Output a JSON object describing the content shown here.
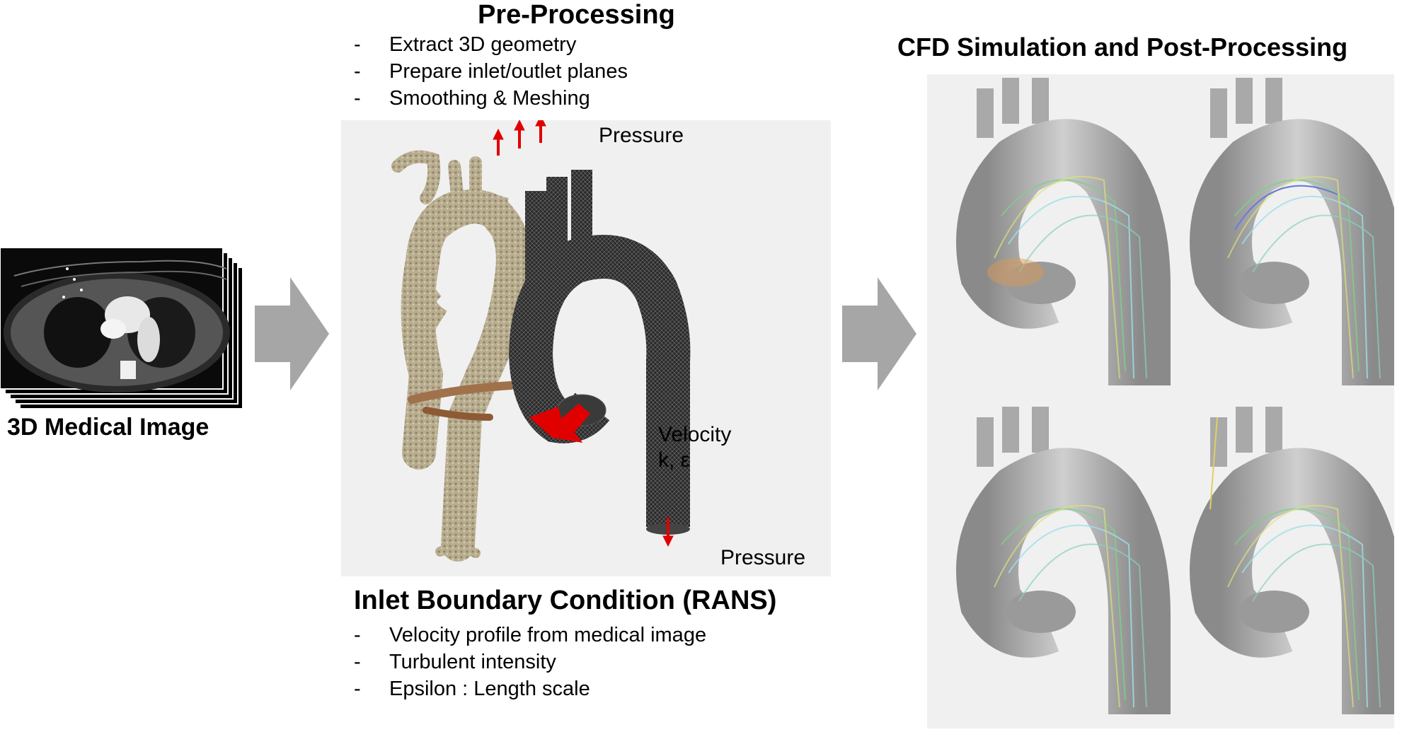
{
  "input_label": "3D Medical Image",
  "preprocessing": {
    "title": "Pre-Processing",
    "steps": [
      "Extract 3D geometry",
      "Prepare inlet/outlet planes",
      "Smoothing & Meshing"
    ]
  },
  "mesh_labels": {
    "pressure_top": "Pressure",
    "velocity": "Velocity",
    "turbulence": "k, ε",
    "pressure_bottom": "Pressure"
  },
  "inlet": {
    "title": "Inlet Boundary Condition (RANS)",
    "items": [
      "Velocity profile from medical image",
      "Turbulent intensity",
      "Epsilon : Length scale"
    ]
  },
  "cfd": {
    "title": "CFD Simulation and Post-Processing"
  },
  "colors": {
    "arrow_gray": "#a6a6a6",
    "boundary_red": "#e00000",
    "panel_bg": "#f0f0f0",
    "mesh_dark": "#2b2b2b",
    "vessel_gray": "#b9b9b9"
  }
}
